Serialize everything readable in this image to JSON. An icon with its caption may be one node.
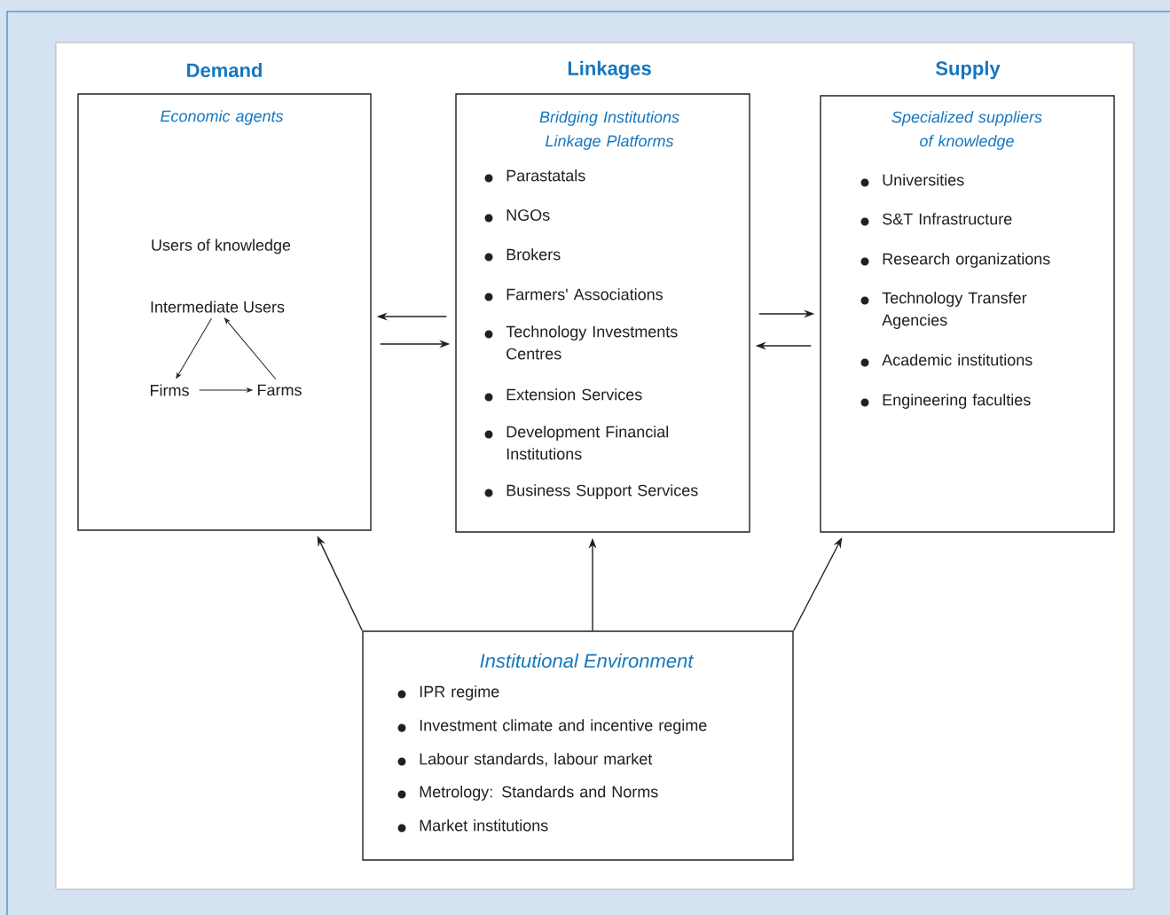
{
  "diagram": {
    "nodes": [
      {
        "text": [
          "Demand",
          "Economic agents",
          "Users of knowledge"
        ]
      },
      {
        "text": [
          "Intermediate Users"
        ],
        "in": 0
      },
      {
        "text": [
          "Firms"
        ],
        "in": 0
      },
      {
        "text": [
          "Farms"
        ],
        "in": 0
      },
      {
        "text": [
          "Linkages",
          "Bridging Institutions Linkage Platforms",
          "Parastatals",
          "NGOs",
          "Brokers",
          "Farmers' Associations",
          "Technology Investments Centres",
          "Extension Services",
          "Development Financial Institutions",
          "Business Support Services"
        ]
      },
      {
        "text": [
          "Supply",
          "Specialized suppliers of knowledge",
          "Universities",
          "S&T Infrastructure",
          "Research organizations",
          "Technology Transfer Agencies",
          "Academic institutions",
          "Engineering faculties"
        ]
      },
      {
        "text": [
          "Institutional Environment",
          "IPR regime",
          "Investment climate and incentive regime",
          "Labour standards, labour market",
          "Metrology: Standards and Norms",
          "Market institutions"
        ]
      }
    ],
    "edges": [
      {
        "from": 1,
        "to": 2,
        "arrow": "to"
      },
      {
        "from": 3,
        "to": 1,
        "arrow": "to"
      },
      {
        "from": 2,
        "to": 3,
        "arrow": "to"
      },
      {
        "from": 4,
        "to": 0,
        "arrow": "to"
      },
      {
        "from": 0,
        "to": 4,
        "arrow": "to"
      },
      {
        "from": 4,
        "to": 5,
        "arrow": "to"
      },
      {
        "from": 5,
        "to": 4,
        "arrow": "to"
      },
      {
        "from": 6,
        "to": 0,
        "arrow": "to"
      },
      {
        "from": 6,
        "to": 4,
        "arrow": "to"
      },
      {
        "from": 6,
        "to": 5,
        "arrow": "to"
      }
    ]
  }
}
